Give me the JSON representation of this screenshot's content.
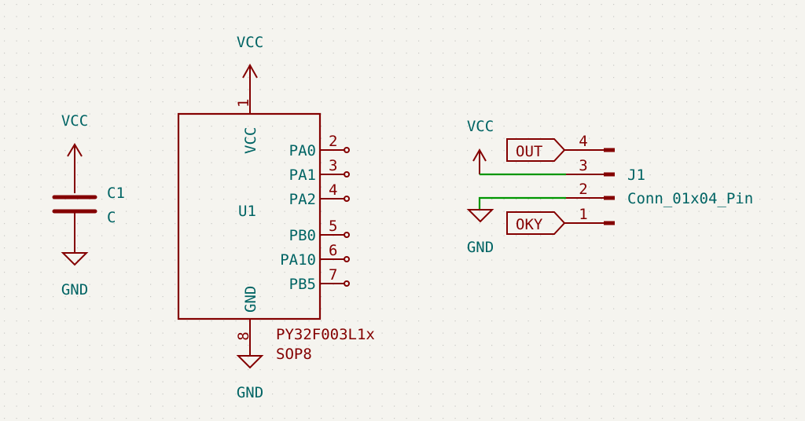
{
  "colors": {
    "background": "#f5f4ef",
    "symbol": "#840000",
    "text": "#006464",
    "wire": "#009600",
    "grid": "#c8c8c4"
  },
  "power": {
    "vcc_u1": "VCC",
    "gnd_u1": "GND",
    "vcc_c1": "VCC",
    "gnd_c1": "GND",
    "vcc_j1": "VCC",
    "gnd_j1": "GND"
  },
  "c1": {
    "reference": "C1",
    "value": "C"
  },
  "u1": {
    "reference": "U1",
    "value": "PY32F003L1x",
    "footprint": "SOP8",
    "pins": [
      {
        "number": "1",
        "name": "VCC"
      },
      {
        "number": "2",
        "name": "PA0"
      },
      {
        "number": "3",
        "name": "PA1"
      },
      {
        "number": "4",
        "name": "PA2"
      },
      {
        "number": "5",
        "name": "PB0"
      },
      {
        "number": "6",
        "name": "PA10"
      },
      {
        "number": "7",
        "name": "PB5"
      },
      {
        "number": "8",
        "name": "GND"
      }
    ]
  },
  "j1": {
    "reference": "J1",
    "value": "Conn_01x04_Pin",
    "pins": [
      {
        "number": "4"
      },
      {
        "number": "3"
      },
      {
        "number": "2"
      },
      {
        "number": "1"
      }
    ],
    "labels": {
      "out": "OUT",
      "oky": "OKY"
    }
  }
}
